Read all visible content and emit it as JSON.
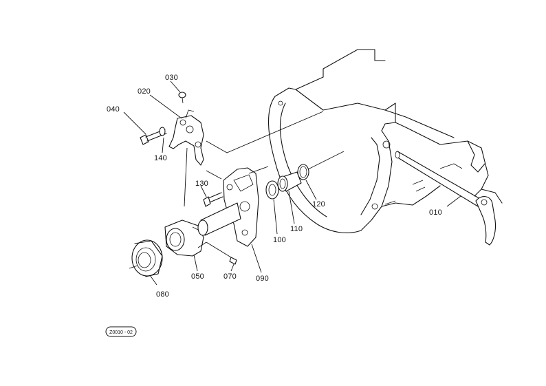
{
  "diagram": {
    "part_labels": {
      "p010": "010",
      "p020": "020",
      "p030": "030",
      "p040": "040",
      "p050": "050",
      "p070": "070",
      "p080": "080",
      "p090": "090",
      "p100": "100",
      "p110": "110",
      "p120": "120",
      "p130": "130",
      "p140": "140"
    },
    "figure_ref": "Z0010 - 02"
  }
}
